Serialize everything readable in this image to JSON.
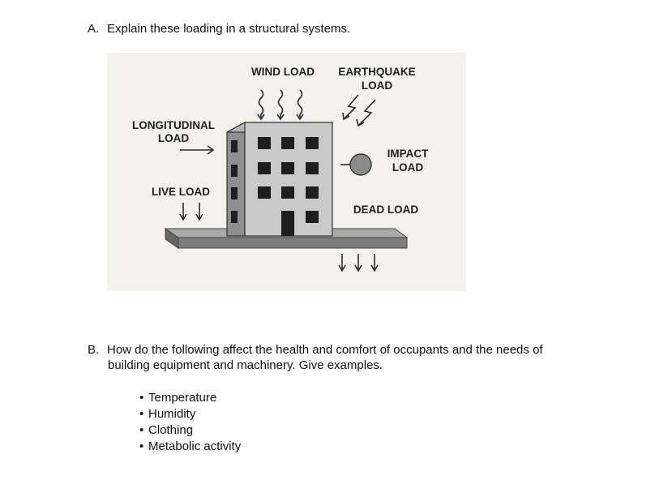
{
  "question_a": {
    "letter": "A.",
    "text": "Explain these loading in a structural systems."
  },
  "figure": {
    "wind_load": "WIND LOAD",
    "earthquake_line1": "EARTHQUAKE",
    "earthquake_line2": "LOAD",
    "longitudinal_line1": "LONGITUDINAL",
    "longitudinal_line2": "LOAD",
    "impact_line1": "IMPACT",
    "impact_line2": "LOAD",
    "live_load": "LIVE LOAD",
    "dead_load": "DEAD LOAD",
    "colors": {
      "background": "#f4f2ef",
      "building_front": "#c9c9c9",
      "building_side": "#8f8f8f",
      "window": "#1e1e1e",
      "platform": "#7d7d7d"
    }
  },
  "question_b": {
    "letter": "B.",
    "text_line1": "How do the following affect  the health and comfort of occupants and the needs of",
    "text_line2": "building equipment and machinery. Give examples.",
    "items": [
      "Temperature",
      "Humidity",
      "Clothing",
      "Metabolic activity"
    ]
  }
}
